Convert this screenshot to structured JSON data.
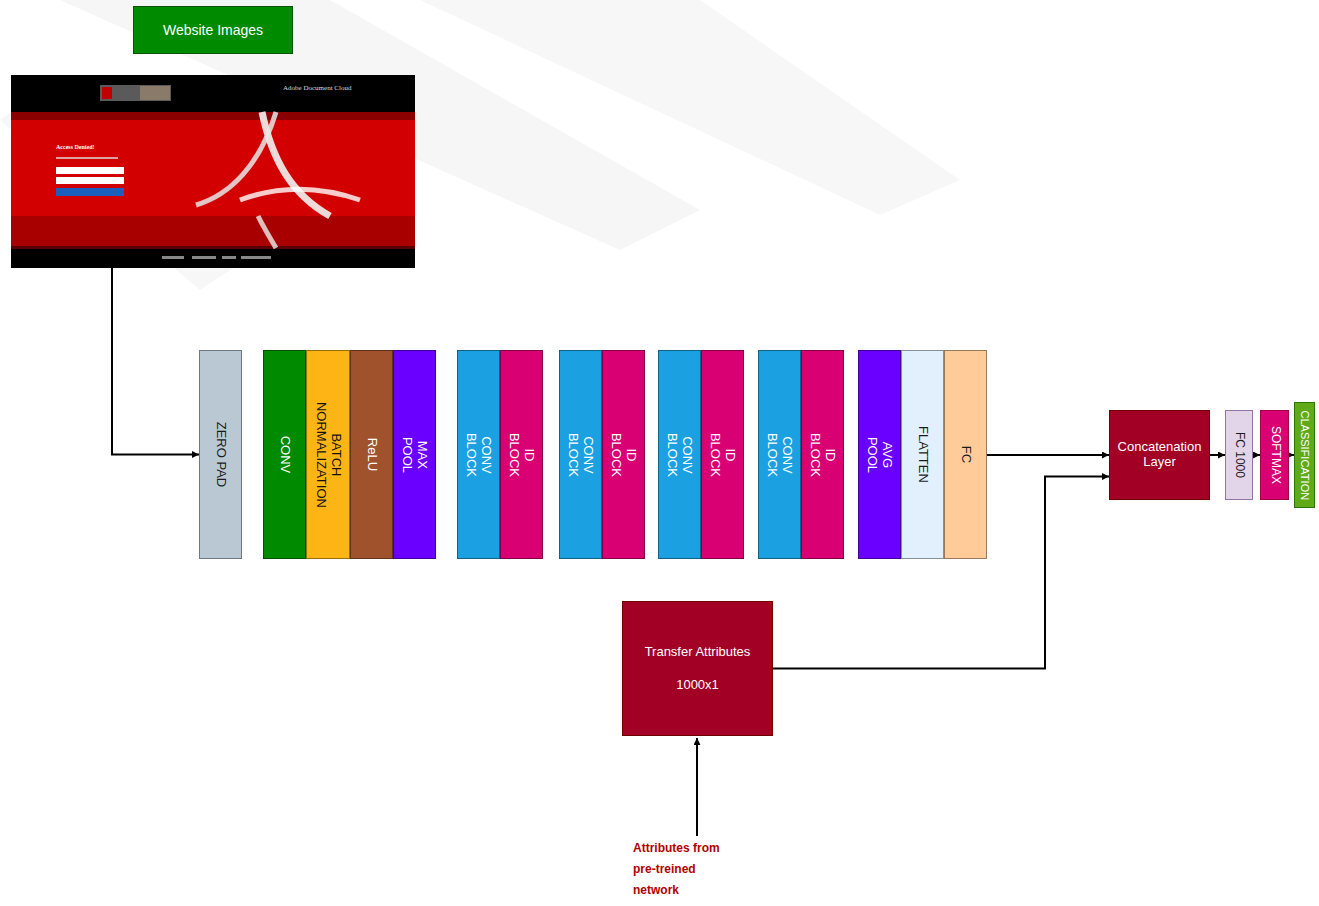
{
  "diagram": {
    "nodes": [
      {
        "text": [
          "Website Images"
        ]
      },
      {
        "text": [
          "Adobe Document Cloud",
          "Access Denied!"
        ]
      },
      {
        "text": [
          "ZERO PAD"
        ]
      },
      {
        "text": [
          "CONV"
        ]
      },
      {
        "text": [
          "BATCH NORMALIZATION"
        ]
      },
      {
        "text": [
          "ReLU"
        ]
      },
      {
        "text": [
          "MAX POOL"
        ]
      },
      {
        "text": [
          "CONV BLOCK"
        ]
      },
      {
        "text": [
          "ID BLOCK"
        ]
      },
      {
        "text": [
          "CONV BLOCK"
        ]
      },
      {
        "text": [
          "ID BLOCK"
        ]
      },
      {
        "text": [
          "CONV BLOCK"
        ]
      },
      {
        "text": [
          "ID BLOCK"
        ]
      },
      {
        "text": [
          "CONV BLOCK"
        ]
      },
      {
        "text": [
          "ID BLOCK"
        ]
      },
      {
        "text": [
          "AVG POOL"
        ]
      },
      {
        "text": [
          "FLATTEN"
        ]
      },
      {
        "text": [
          "FC"
        ]
      },
      {
        "text": [
          "Concatenation Layer"
        ]
      },
      {
        "text": [
          "FC 1000"
        ]
      },
      {
        "text": [
          "SOFTMAX"
        ]
      },
      {
        "text": [
          "CLASSIFICATION"
        ]
      },
      {
        "text": [
          "Transfer Attributes",
          "1000x1"
        ]
      }
    ],
    "edges": [
      {
        "from": 1,
        "to": 2,
        "arrow": "to"
      },
      {
        "from": 17,
        "to": 18,
        "arrow": "to"
      },
      {
        "from": 22,
        "to": 18,
        "arrow": "to"
      },
      {
        "from": 18,
        "to": 19,
        "arrow": "to"
      },
      {
        "from": 19,
        "to": 20,
        "arrow": "to"
      },
      {
        "from": 20,
        "to": 21,
        "arrow": "to"
      }
    ],
    "labels": [
      "Attributes from pre-treined network"
    ]
  }
}
